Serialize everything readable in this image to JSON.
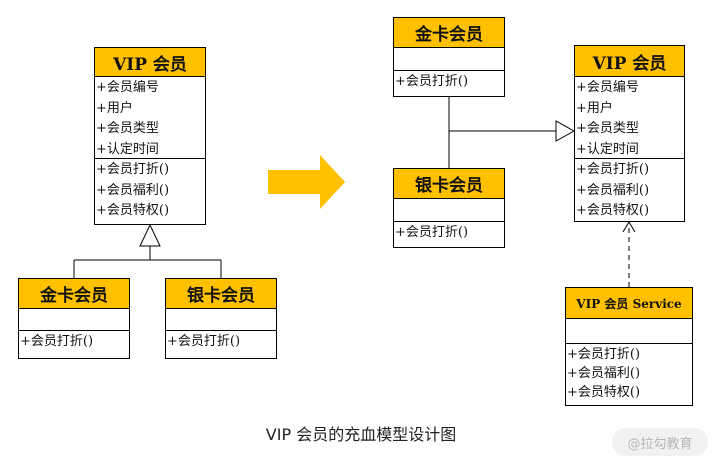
{
  "left_diagram": {
    "vip": {
      "title": "VIP 会员",
      "attributes": [
        "+会员编号",
        "+用户",
        "+会员类型",
        "+认定时间"
      ],
      "methods": [
        "+会员打折()",
        "+会员福利()",
        "+会员特权()"
      ]
    },
    "gold": {
      "title": "金卡会员",
      "methods": [
        "+会员打折()"
      ]
    },
    "silver": {
      "title": "银卡会员",
      "methods": [
        "+会员打折()"
      ]
    }
  },
  "right_diagram": {
    "gold": {
      "title": "金卡会员",
      "methods": [
        "+会员打折()"
      ]
    },
    "silver": {
      "title": "银卡会员",
      "methods": [
        "+会员打折()"
      ]
    },
    "vip": {
      "title": "VIP 会员",
      "attributes": [
        "+会员编号",
        "+用户",
        "+会员类型",
        "+认定时间"
      ],
      "methods": [
        "+会员打折()",
        "+会员福利()",
        "+会员特权()"
      ]
    },
    "service": {
      "title": "VIP 会员 Service",
      "methods": [
        "+会员打折()",
        "+会员福利()",
        "+会员特权()"
      ]
    }
  },
  "caption": "VIP 会员的充血模型设计图",
  "watermark": "@拉勾教育",
  "colors": {
    "header": "#ffc000",
    "arrow": "#ffc000",
    "line": "#000000"
  }
}
